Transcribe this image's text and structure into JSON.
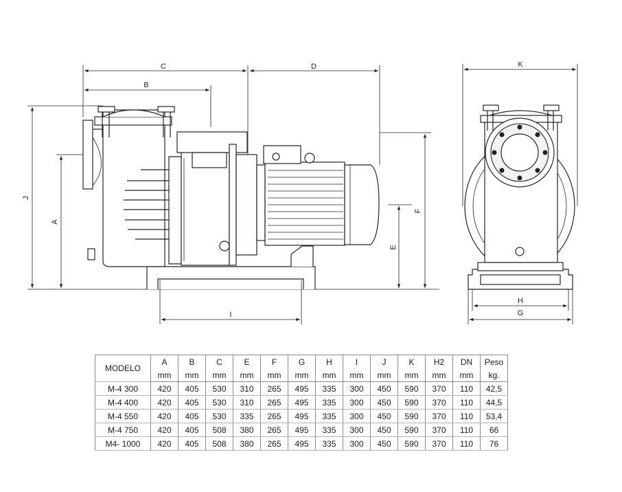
{
  "drawing": {
    "side_view": {
      "dimensions": {
        "A": "A",
        "B": "B",
        "C": "C",
        "D": "D",
        "E": "E",
        "F": "F",
        "I": "I",
        "J": "J"
      }
    },
    "front_view": {
      "dimensions": {
        "K": "K",
        "H": "H",
        "G": "G"
      }
    }
  },
  "table": {
    "model_header": "MODELO",
    "columns": [
      {
        "name": "A",
        "unit": "mm"
      },
      {
        "name": "B",
        "unit": "mm"
      },
      {
        "name": "C",
        "unit": "mm"
      },
      {
        "name": "E",
        "unit": "mm"
      },
      {
        "name": "F",
        "unit": "mm"
      },
      {
        "name": "G",
        "unit": "mm"
      },
      {
        "name": "H",
        "unit": "mm"
      },
      {
        "name": "I",
        "unit": "mm"
      },
      {
        "name": "J",
        "unit": "mm"
      },
      {
        "name": "K",
        "unit": "mm"
      },
      {
        "name": "H2",
        "unit": "mm"
      },
      {
        "name": "DN",
        "unit": "mm"
      },
      {
        "name": "Peso",
        "unit": "kg."
      }
    ],
    "rows": [
      {
        "model": "M-4 300",
        "values": [
          "420",
          "405",
          "530",
          "310",
          "265",
          "495",
          "335",
          "300",
          "450",
          "590",
          "370",
          "110",
          "42,5"
        ]
      },
      {
        "model": "M-4 400",
        "values": [
          "420",
          "405",
          "530",
          "310",
          "265",
          "495",
          "335",
          "300",
          "450",
          "590",
          "370",
          "110",
          "44,5"
        ]
      },
      {
        "model": "M-4 550",
        "values": [
          "420",
          "405",
          "530",
          "335",
          "265",
          "495",
          "335",
          "300",
          "450",
          "590",
          "370",
          "110",
          "53,4"
        ]
      },
      {
        "model": "M-4 750",
        "values": [
          "420",
          "405",
          "508",
          "380",
          "265",
          "495",
          "335",
          "300",
          "450",
          "590",
          "370",
          "110",
          "66"
        ]
      },
      {
        "model": "M4- 1000",
        "values": [
          "420",
          "405",
          "508",
          "380",
          "265",
          "495",
          "335",
          "300",
          "450",
          "590",
          "370",
          "110",
          "76"
        ]
      }
    ]
  }
}
